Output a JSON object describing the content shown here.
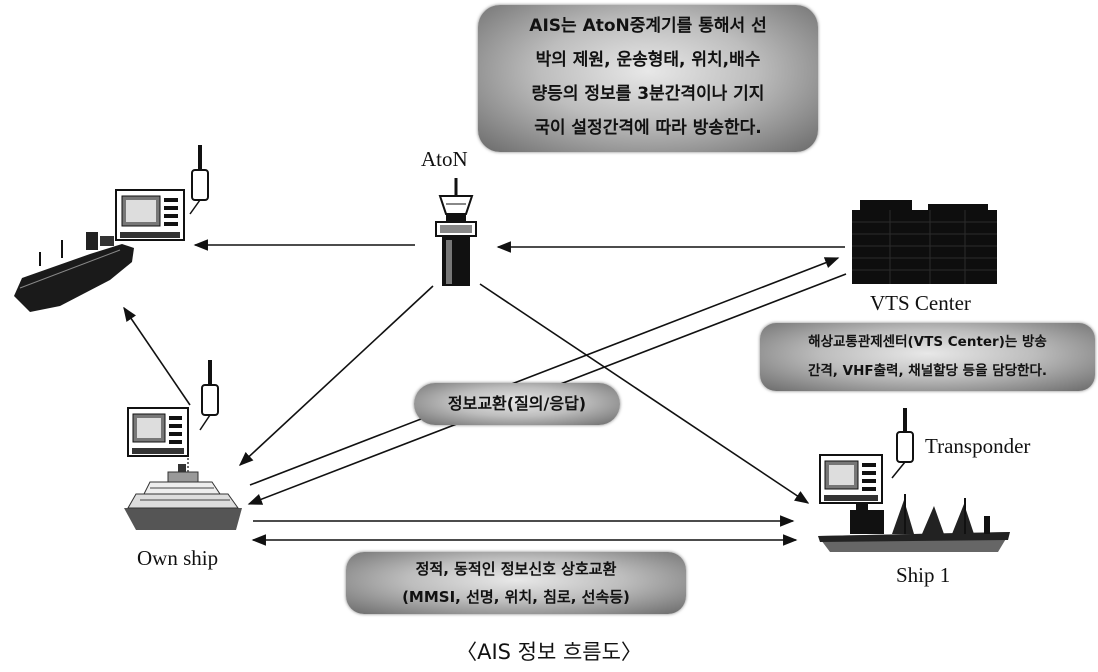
{
  "labels": {
    "aton": "AtoN",
    "vts_center": "VTS Center",
    "transponder": "Transponder",
    "own_ship": "Own ship",
    "ship1": "Ship 1"
  },
  "bubbles": {
    "aton_note": [
      "AIS는 AtoN중계기를 통해서 선",
      "박의 제원, 운송형태, 위치,배수",
      "량등의 정보를 3분간격이나 기지",
      "국이 설정간격에 따라 방송한다."
    ],
    "vts_note": [
      "해상교통관제센터(VTS Center)는 방송",
      "간격, VHF출력, 채널할당 등을 담당한다."
    ],
    "exchange": "정보교환(질의/응답)",
    "static_info": [
      "정적, 동적인 정보신호 상호교환",
      "(MMSI, 선명, 위치, 침로, 선속등)"
    ]
  },
  "caption": "〈AIS 정보 흐름도〉",
  "colors": {
    "ink": "#111111",
    "bubble_light": "#e8e8e8",
    "bubble_dark": "#6a6a6a"
  }
}
